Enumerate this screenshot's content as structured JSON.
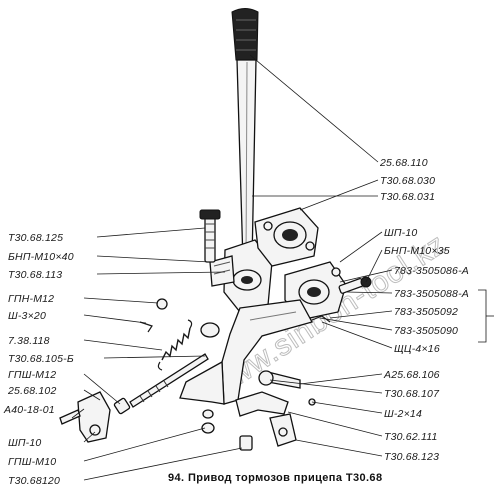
{
  "watermark": "www.sinbon-tool.kz",
  "caption": "94. Привод тормозов прицепа  Т30.68",
  "labels_left": [
    "Т30.68.125",
    "БНП-М10×40",
    "Т30.68.113",
    "ГПН-М12",
    "Ш-3×20",
    "7.38.118",
    "Т30.68.105-Б",
    "ГПШ-М12",
    "25.68.102",
    "А40-18-01",
    "ШП-10",
    "ГПШ-М10",
    "Т30.68120"
  ],
  "labels_right": [
    "25.68.110",
    "Т30.68.030",
    "Т30.68.031",
    "ШП-10",
    "БНП-М10×35",
    "783-3505086-А",
    "783-3505088-А",
    "783-3505092",
    "783-3505090",
    "ЩЦ-4×16",
    "А25.68.106",
    "Т30.68.107",
    "Ш-2×14",
    "Т30.62.111",
    "Т30.68.123"
  ]
}
